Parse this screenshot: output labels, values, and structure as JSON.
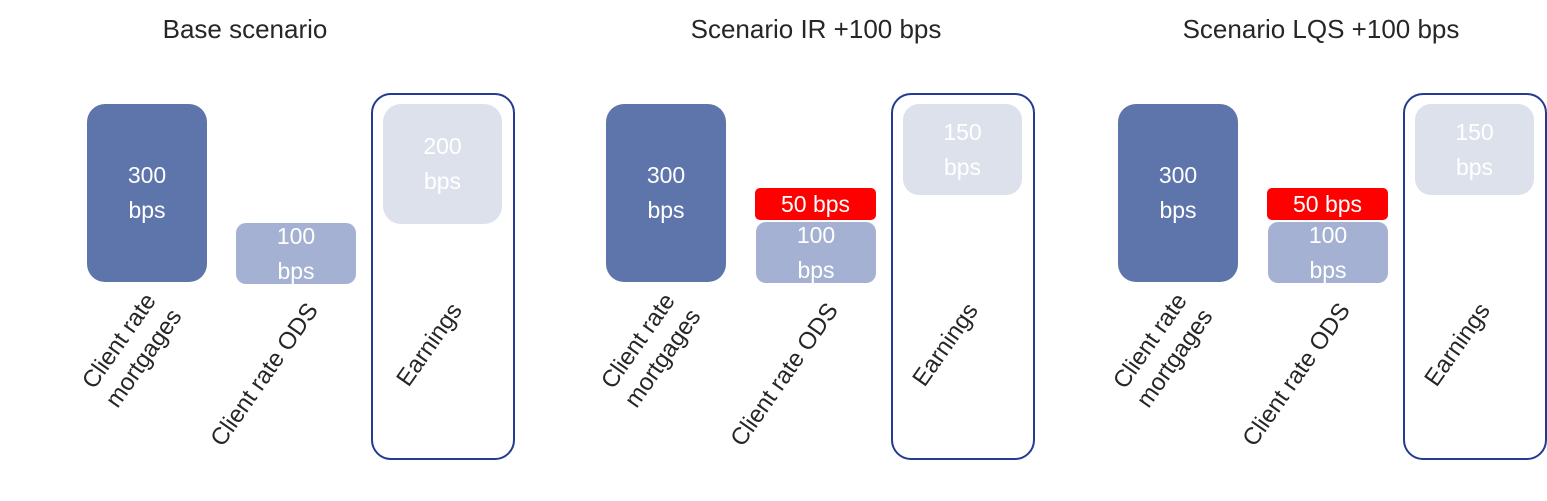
{
  "scenarios": [
    {
      "title": "Base scenario",
      "mortgages": {
        "value": "300",
        "unit": "bps"
      },
      "ods": {
        "value": "100",
        "unit": "bps"
      },
      "earnings": {
        "value": "200",
        "unit": "bps"
      },
      "extra": null
    },
    {
      "title": "Scenario IR +100 bps",
      "mortgages": {
        "value": "300",
        "unit": "bps"
      },
      "ods": {
        "value": "100",
        "unit": "bps"
      },
      "earnings": {
        "value": "150",
        "unit": "bps"
      },
      "extra": "50 bps"
    },
    {
      "title": "Scenario LQS +100 bps",
      "mortgages": {
        "value": "300",
        "unit": "bps"
      },
      "ods": {
        "value": "100",
        "unit": "bps"
      },
      "earnings": {
        "value": "150",
        "unit": "bps"
      },
      "extra": "50 bps"
    }
  ],
  "labels": {
    "mortgages_line1": "Client rate",
    "mortgages_line2": "mortgages",
    "ods": "Client rate ODS",
    "earnings": "Earnings"
  },
  "colors": {
    "mortgages": "#5e75ab",
    "ods": "#a4b1d2",
    "earnings": "#dde1ec",
    "increase": "#ff0000",
    "frame": "#243b8f"
  }
}
